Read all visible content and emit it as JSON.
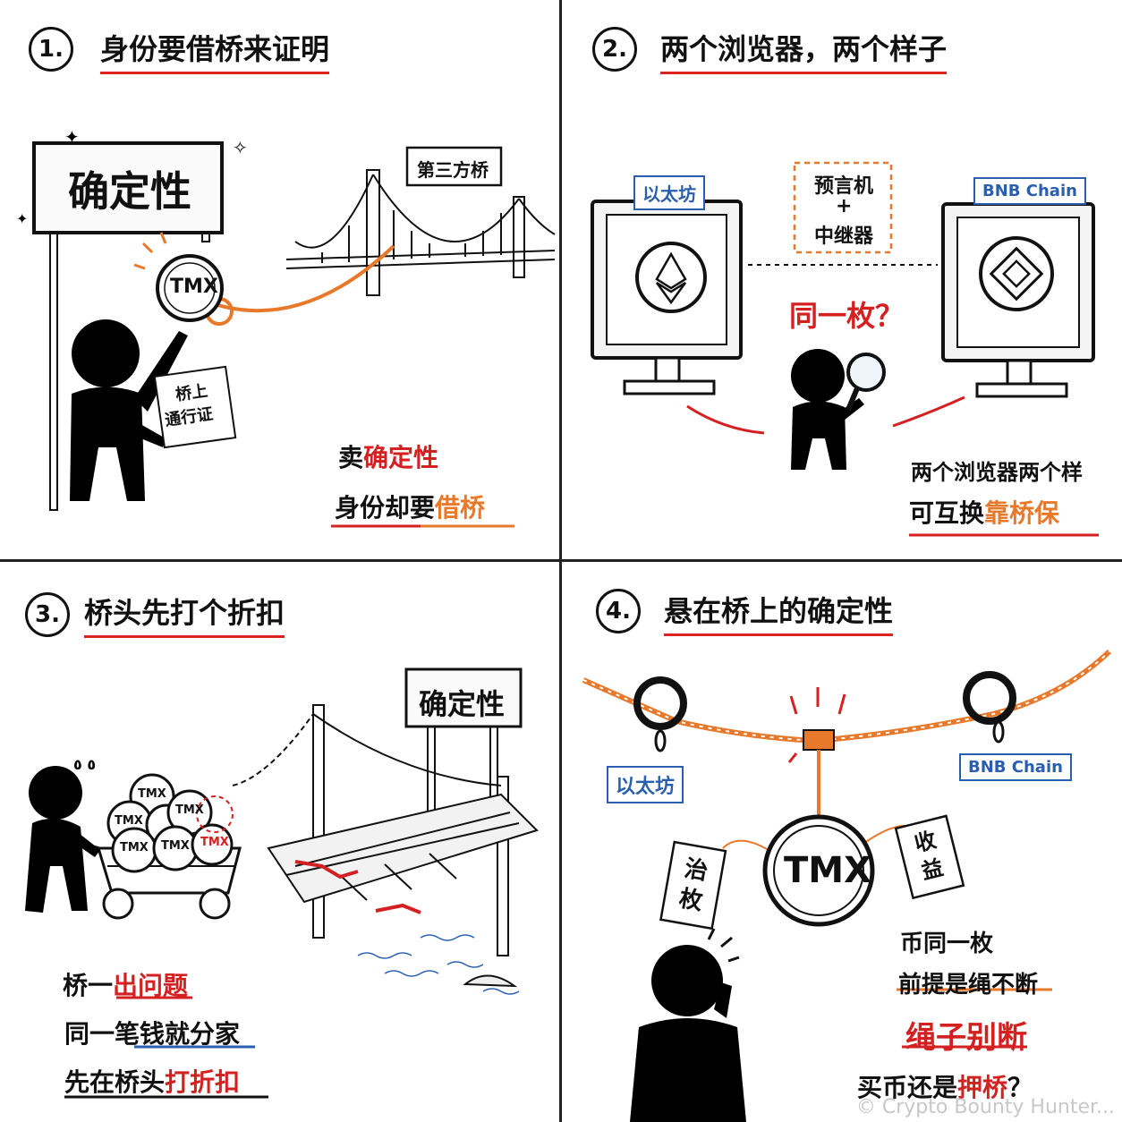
{
  "panel1": {
    "number": "1.",
    "title": "身份要借桥来证明",
    "sign": "确定性",
    "bridge_label": "第三方桥",
    "coin": "TMX",
    "pass_line1": "桥上",
    "pass_line2": "通行证",
    "caption_line1_prefix": "卖",
    "caption_line1_highlight": "确定性",
    "caption_line2_prefix": "身份却要",
    "caption_line2_highlight": "借桥"
  },
  "panel2": {
    "number": "2.",
    "title": "两个浏览器，两个样子",
    "left_tag": "以太坊",
    "right_tag": "BNB Chain",
    "middle_line1": "预言机",
    "middle_plus": "+",
    "middle_line2": "中继器",
    "question": "同一枚？",
    "caption_line1": "两个浏览器两个样",
    "caption_line2_prefix": "可互换",
    "caption_line2_highlight": "靠桥保"
  },
  "panel3": {
    "number": "3.",
    "title": "桥头先打个折扣",
    "sign": "确定性",
    "coin": "TMX",
    "caption_line1_prefix": "桥一",
    "caption_line1_highlight": "出问题",
    "caption_line2": "同一笔钱就分家",
    "caption_line3_prefix": "先在桥头",
    "caption_line3_highlight": "打折扣"
  },
  "panel4": {
    "number": "4.",
    "title": "悬在桥上的确定性",
    "left_tag": "以太坊",
    "right_tag": "BNB Chain",
    "coin": "TMX",
    "tag_left": "治枚",
    "tag_right": "收益",
    "caption_line1": "币同一枚",
    "caption_line2": "前提是绳不断",
    "caption_line3": "绳子别断",
    "caption_line4_prefix": "买币还是",
    "caption_line4_highlight": "押桥",
    "caption_line4_suffix": "？",
    "watermark": "© Crypto Bounty Hunter..."
  },
  "colors": {
    "red": "#d42020",
    "orange": "#e8782a",
    "blue": "#2a5fb0",
    "ink": "#111111"
  }
}
